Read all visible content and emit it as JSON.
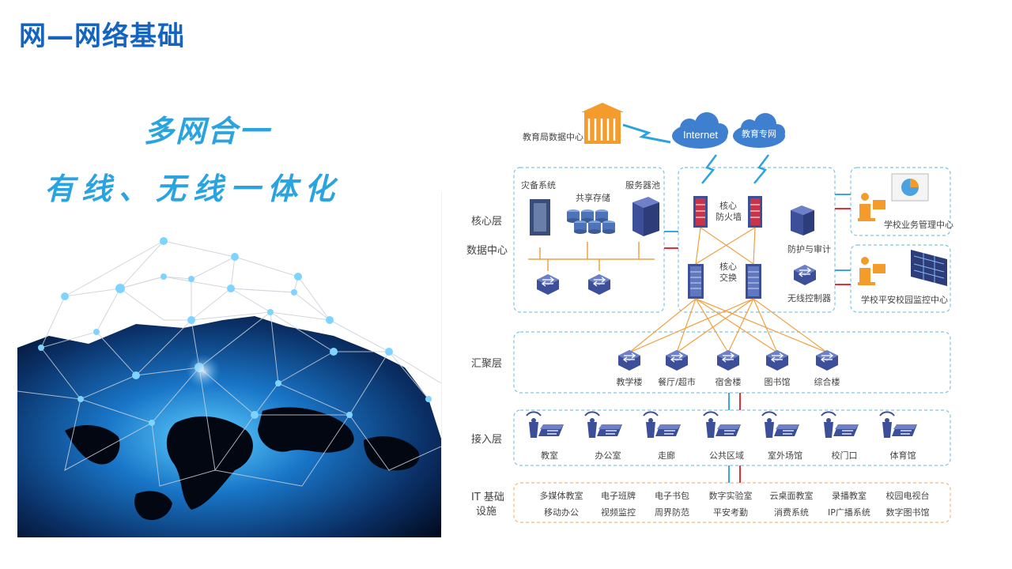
{
  "header": {
    "title": "网—网络基础"
  },
  "slogan": {
    "line1": "多网合一",
    "line2": "有线、无线一体化"
  },
  "diagram": {
    "top": {
      "edu_center": "教育局数据中心",
      "internet": "Internet",
      "edu_net": "教育专网"
    },
    "layers": {
      "core": "核心层",
      "datacenter": "数据中心",
      "aggregation": "汇聚层",
      "access": "接入层",
      "it_line1": "IT 基础",
      "it_line2": "设施"
    },
    "datacenter_box": {
      "backup": "灾备系统",
      "storage": "共享存储",
      "server_pool": "服务器池"
    },
    "core_box": {
      "firewall_line1": "核心",
      "firewall_line2": "防火墙",
      "switch_line1": "核心",
      "switch_line2": "交换",
      "audit": "防护与审计",
      "wireless_ctrl": "无线控制器"
    },
    "right_boxes": {
      "business": "学校业务管理中心",
      "monitor": "学校平安校园监控中心"
    },
    "aggregation_nodes": [
      "教学楼",
      "餐厅/超市",
      "宿舍楼",
      "图书馆",
      "综合楼"
    ],
    "access_nodes": [
      "教室",
      "办公室",
      "走廊",
      "公共区域",
      "室外场馆",
      "校门口",
      "体育馆"
    ],
    "it_row1": [
      "多媒体教室",
      "电子班牌",
      "电子书包",
      "数字实验室",
      "云桌面教室",
      "录播教室",
      "校园电视台"
    ],
    "it_row2": [
      "移动办公",
      "视频监控",
      "周界防范",
      "平安考勤",
      "消费系统",
      "IP广播系统",
      "数字图书馆"
    ],
    "colors": {
      "blue_link": "#37a8e0",
      "red_link": "#e0303a",
      "orange_link": "#f0a040",
      "box_border": "#7ec3e8",
      "it_border": "#f4b77a",
      "device": "#3d4f99"
    }
  }
}
